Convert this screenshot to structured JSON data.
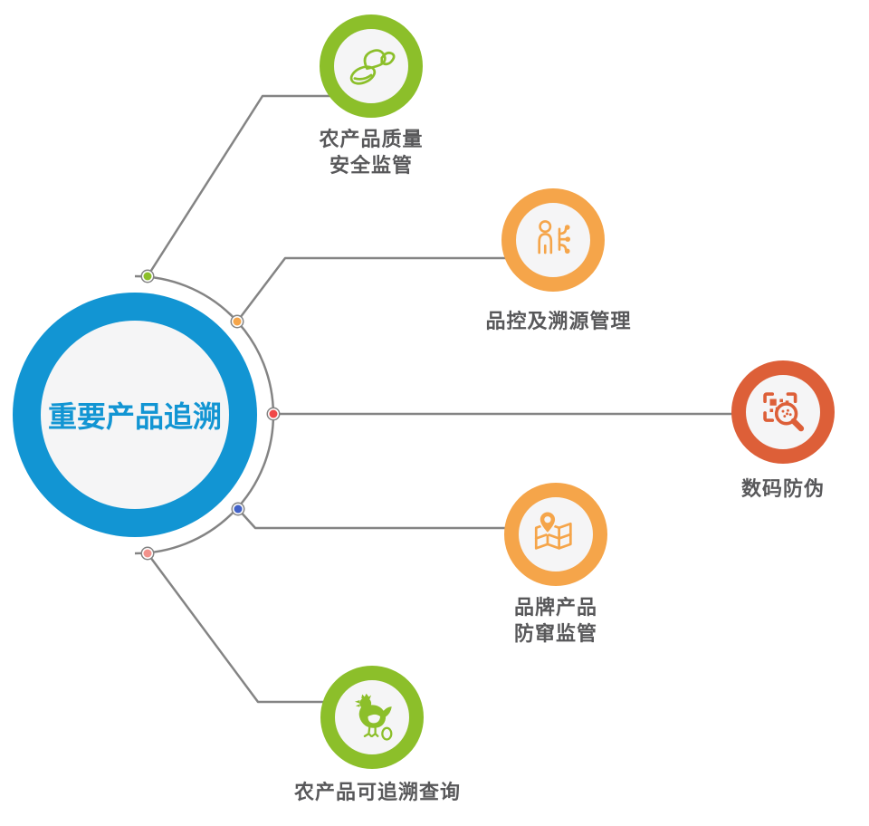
{
  "diagram": {
    "center": {
      "label": "重要产品追溯",
      "ring_color": "#1295d3",
      "label_color": "#1295d3",
      "inner_fill": "#f5f5f6"
    },
    "connector_color": "#848484",
    "label_color": "#58585a",
    "nodes": [
      {
        "id": "agri-quality-supervision",
        "lines": [
          "农产品质量",
          "安全监管"
        ],
        "ring_color": "#8cbf2a",
        "dot_color": "#8cbf2a",
        "icon": "vegetable-icon"
      },
      {
        "id": "qc-traceability-management",
        "lines": [
          "品控及溯源管理"
        ],
        "ring_color": "#f5a54a",
        "dot_color": "#f5a54a",
        "icon": "person-flow-icon"
      },
      {
        "id": "digital-anticounterfeit",
        "lines": [
          "数码防伪"
        ],
        "ring_color": "#dd5f38",
        "dot_color": "#f04848",
        "icon": "qr-scan-icon"
      },
      {
        "id": "brand-antifleeing-supervision",
        "lines": [
          "品牌产品",
          "防窜监管"
        ],
        "ring_color": "#f5a54a",
        "dot_color": "#4262c8",
        "icon": "map-pin-icon"
      },
      {
        "id": "agri-traceability-query",
        "lines": [
          "农产品可追溯查询"
        ],
        "ring_color": "#8cbf2a",
        "dot_color": "#f2928c",
        "icon": "chicken-egg-icon"
      }
    ]
  }
}
